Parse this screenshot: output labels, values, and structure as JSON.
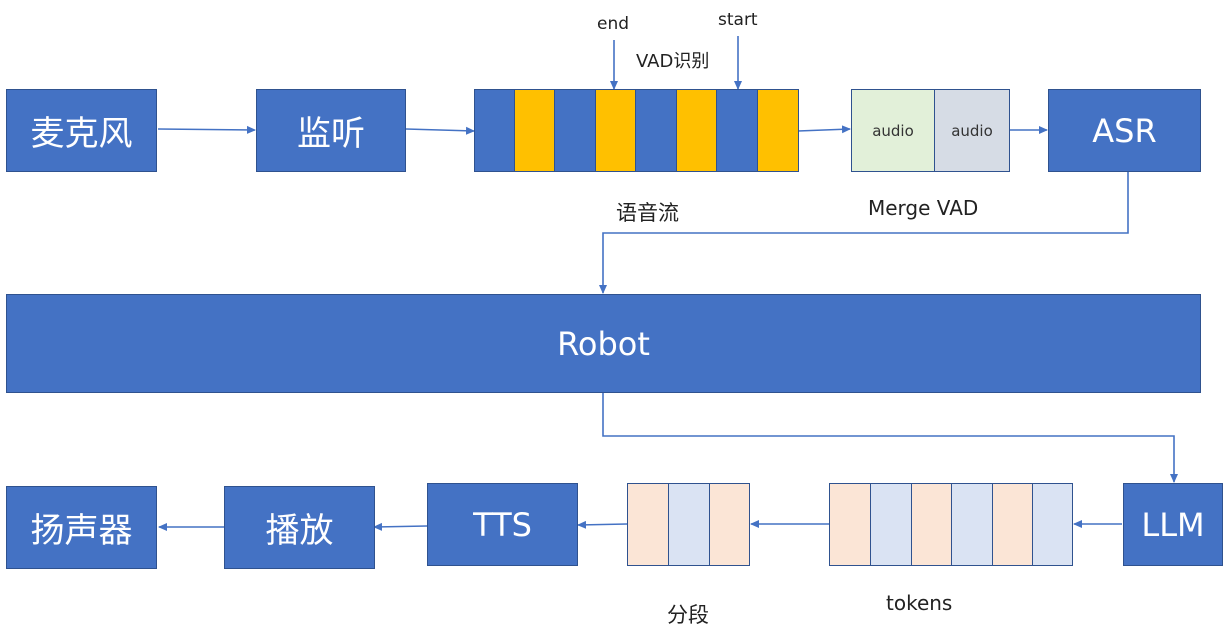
{
  "nodes": {
    "mic": "麦克风",
    "listen": "监听",
    "asr": "ASR",
    "robot": "Robot",
    "llm": "LLM",
    "tts": "TTS",
    "play": "播放",
    "speaker": "扬声器"
  },
  "labels": {
    "end": "end",
    "start": "start",
    "vad": "VAD识别",
    "stream": "语音流",
    "merge": "Merge VAD",
    "audio": "audio",
    "segment": "分段",
    "tokens": "tokens"
  },
  "colors": {
    "box": "#4472C4",
    "vad_segment": "#FFC000",
    "token_a": "#FBE5D6",
    "token_b": "#DAE3F3",
    "audio_a": "#E2F0D9",
    "audio_b": "#D6DCE5"
  }
}
